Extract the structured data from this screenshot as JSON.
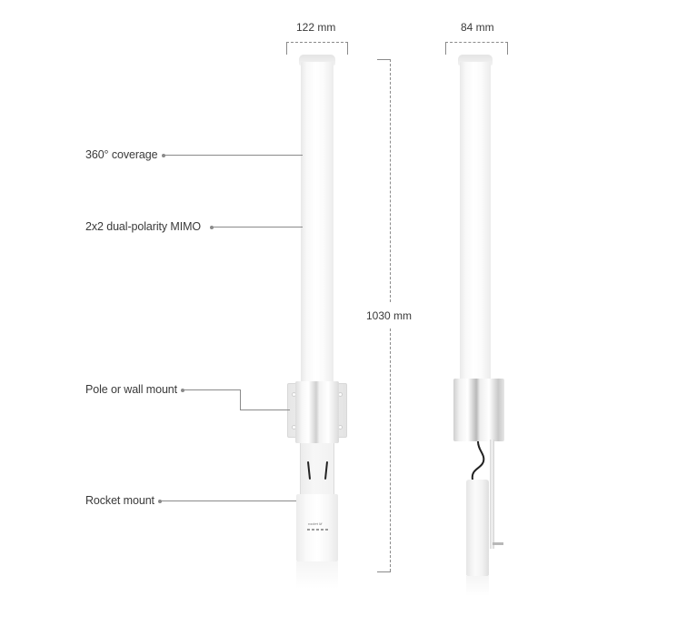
{
  "diagram": {
    "subject": "Dual-polarity omni antenna with Rocket mount",
    "views": [
      "front",
      "side"
    ]
  },
  "callouts": [
    {
      "id": "coverage",
      "label": "360° coverage"
    },
    {
      "id": "mimo",
      "label": "2x2 dual-polarity MIMO"
    },
    {
      "id": "mount",
      "label": "Pole or wall mount"
    },
    {
      "id": "rocket",
      "label": "Rocket mount"
    }
  ],
  "dimensions": {
    "front_width": "122 mm",
    "side_width": "84 mm",
    "height": "1030 mm"
  },
  "colors": {
    "background": "#ffffff",
    "text": "#3a3a3a",
    "leader_line": "#8a8a8a",
    "radome": "#f6f6f6",
    "bracket": "#e0e0e0"
  }
}
